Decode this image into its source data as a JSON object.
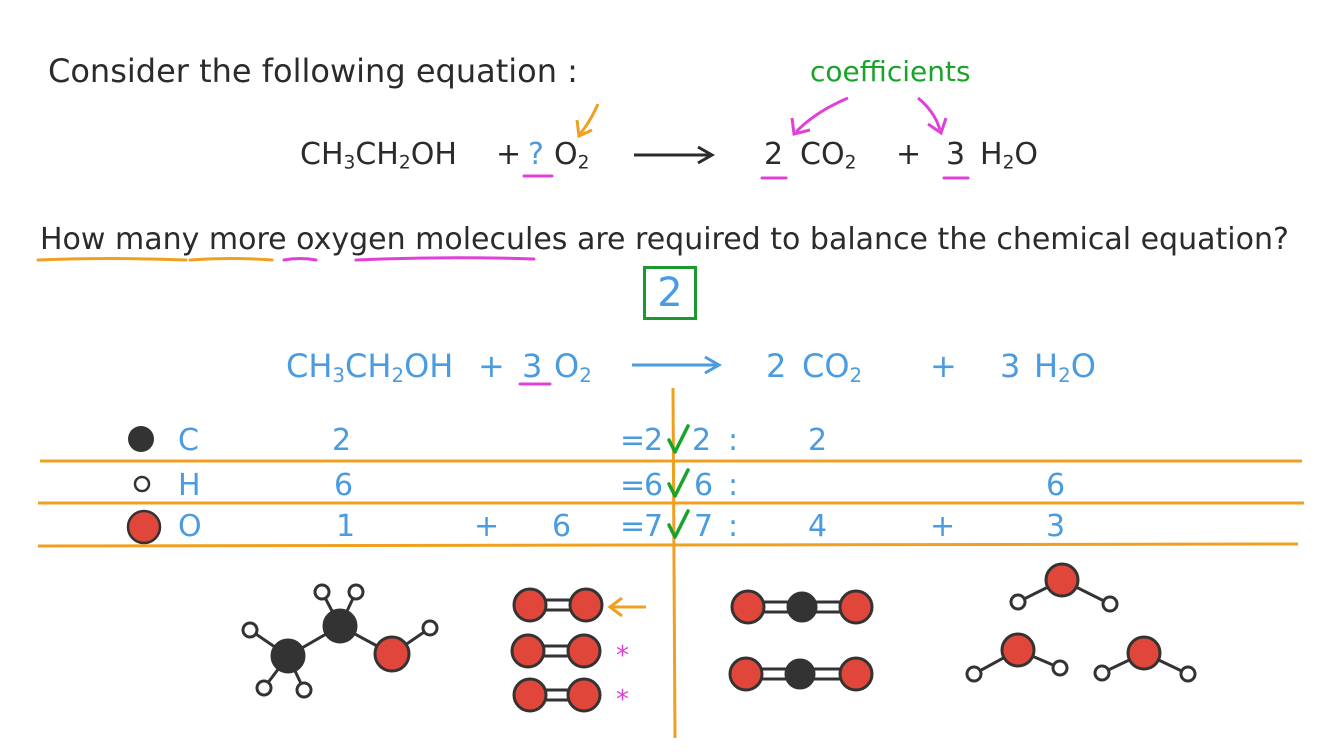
{
  "intro_text": "Consider the following equation :",
  "coefficients_label": "coefficients",
  "equation1": {
    "reactant1": "CH3CH2OH",
    "plus1": "+",
    "unknown_coef": "?",
    "reactant2": "O2",
    "product1_coef": "2",
    "product1": "CO2",
    "plus2": "+",
    "product2_coef": "3",
    "product2": "H2O"
  },
  "question": "How many more oxygen molecules are required to balance the chemical equation?",
  "answer": "2",
  "equation2": {
    "reactant1": "CH3CH2OH",
    "plus1": "+",
    "reactant2_coef": "3",
    "reactant2": "O2",
    "product1_coef": "2",
    "product1": "CO2",
    "plus2": "+",
    "product2_coef": "3",
    "product2": "H2O"
  },
  "atom_table": {
    "rows": [
      {
        "element": "C",
        "left_a": "2",
        "plus_left": "",
        "left_b": "",
        "eq_left": "=",
        "left_total": "2",
        "right_total": "2",
        "eq_right": ":",
        "right_a": "2",
        "plus_right": "",
        "right_b": ""
      },
      {
        "element": "H",
        "left_a": "6",
        "plus_left": "",
        "left_b": "",
        "eq_left": "=",
        "left_total": "6",
        "right_total": "6",
        "eq_right": ":",
        "right_a": "",
        "plus_right": "",
        "right_b": "6"
      },
      {
        "element": "O",
        "left_a": "1",
        "plus_left": "+",
        "left_b": "6",
        "eq_left": "=",
        "left_total": "7",
        "right_total": "7",
        "eq_right": ":",
        "right_a": "4",
        "plus_right": "+",
        "right_b": "3"
      }
    ]
  },
  "colors": {
    "dark_text": "#2b2b2b",
    "blue_text": "#4a9be0",
    "green": "#1aa32a",
    "magenta": "#e040d8",
    "orange": "#f0a020",
    "oxygen_red": "#e0473a",
    "carbon_dark": "#333333"
  },
  "icons": [
    "carbon-atom-icon",
    "hydrogen-atom-icon",
    "oxygen-atom-icon",
    "checkmark-icon",
    "arrow-icon",
    "asterisk-icon"
  ]
}
